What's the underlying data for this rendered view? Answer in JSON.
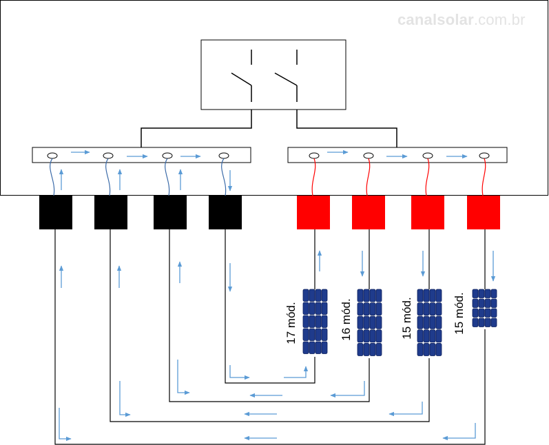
{
  "watermark": {
    "brand": "canalsolar",
    "domain": ".com.br"
  },
  "colors": {
    "line": "#000000",
    "negative_connector": "#000000",
    "positive_connector": "#ff0000",
    "negative_wire": "#3a6aa8",
    "positive_wire": "#ff0000",
    "flow_arrow": "#5b9bd5",
    "panel_cell": "#1f3b8c",
    "panel_frame": "#0c1f5a"
  },
  "strings": [
    {
      "label": "17 mód.",
      "modules": 17
    },
    {
      "label": "16 mód.",
      "modules": 16
    },
    {
      "label": "15 mód.",
      "modules": 15
    },
    {
      "label": "15 mód.",
      "modules": 15
    }
  ],
  "icons": {
    "switch": "dc-disconnect-switch-icon",
    "negative": "negative-connector-icon",
    "positive": "positive-connector-icon",
    "panel": "solar-panel-icon",
    "arrow": "current-flow-arrow-icon"
  }
}
